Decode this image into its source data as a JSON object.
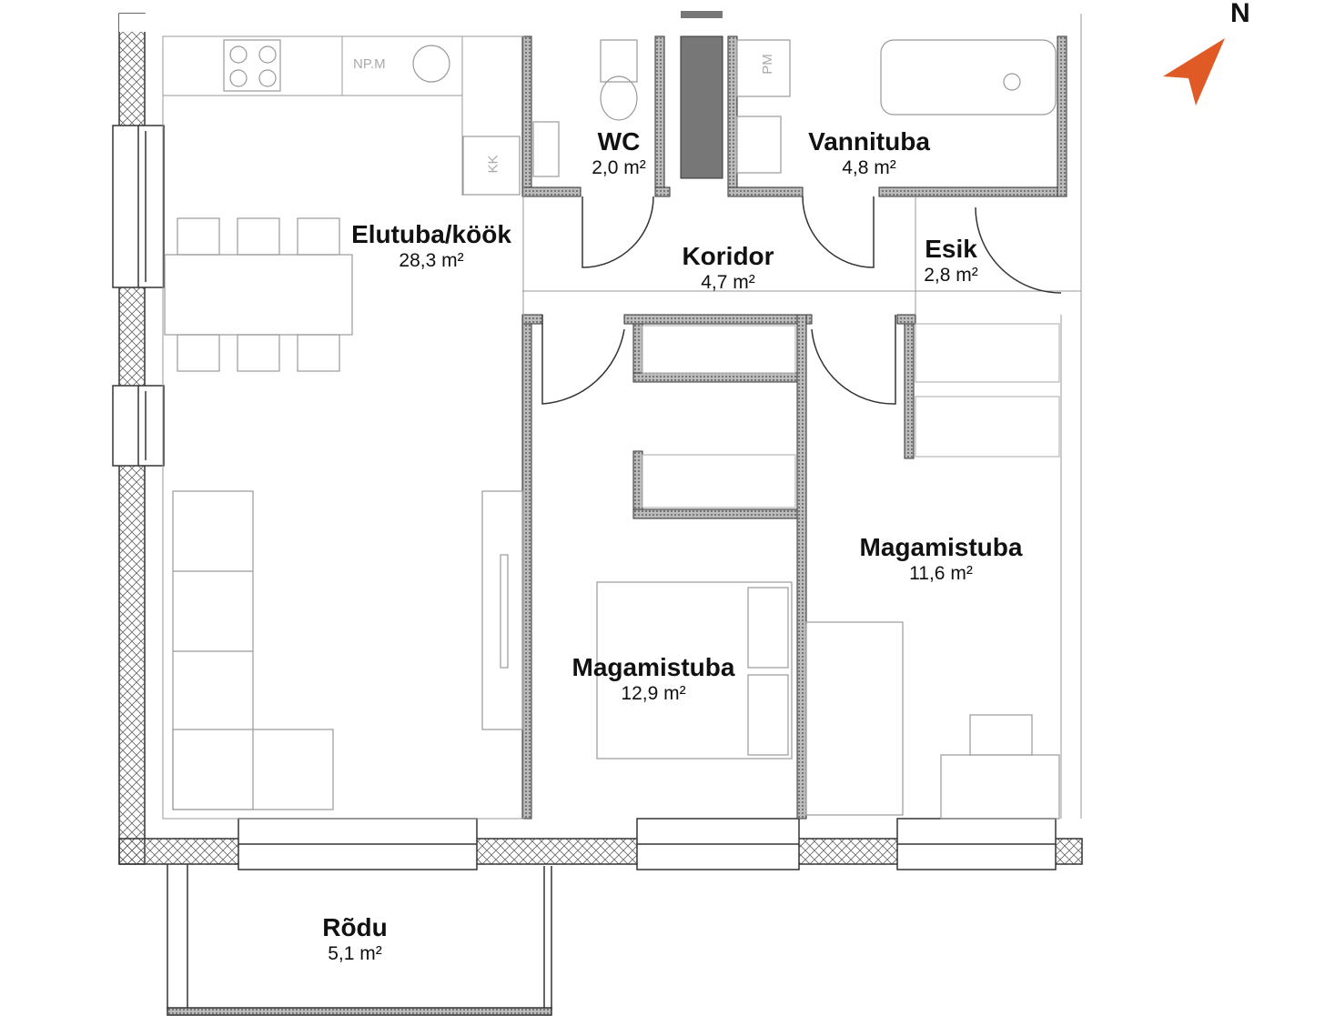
{
  "compass": {
    "label": "N",
    "color": "#e05a26"
  },
  "wall_color": "#333333",
  "line_color": "#555555",
  "fixture_color": "#999999",
  "rooms": [
    {
      "id": "living",
      "name": "Elutuba/köök",
      "area": "28,3 m²"
    },
    {
      "id": "wc",
      "name": "WC",
      "area": "2,0 m²"
    },
    {
      "id": "bath",
      "name": "Vannituba",
      "area": "4,8 m²"
    },
    {
      "id": "corridor",
      "name": "Koridor",
      "area": "4,7 m²"
    },
    {
      "id": "hall",
      "name": "Esik",
      "area": "2,8 m²"
    },
    {
      "id": "bedroom1",
      "name": "Magamistuba",
      "area": "12,9 m²"
    },
    {
      "id": "bedroom2",
      "name": "Magamistuba",
      "area": "11,6 m²"
    },
    {
      "id": "balcony",
      "name": "Rõdu",
      "area": "5,1 m²"
    }
  ],
  "fixtures": {
    "washer": "NP.M",
    "dishwasher": "PM",
    "fridge": "KK"
  }
}
